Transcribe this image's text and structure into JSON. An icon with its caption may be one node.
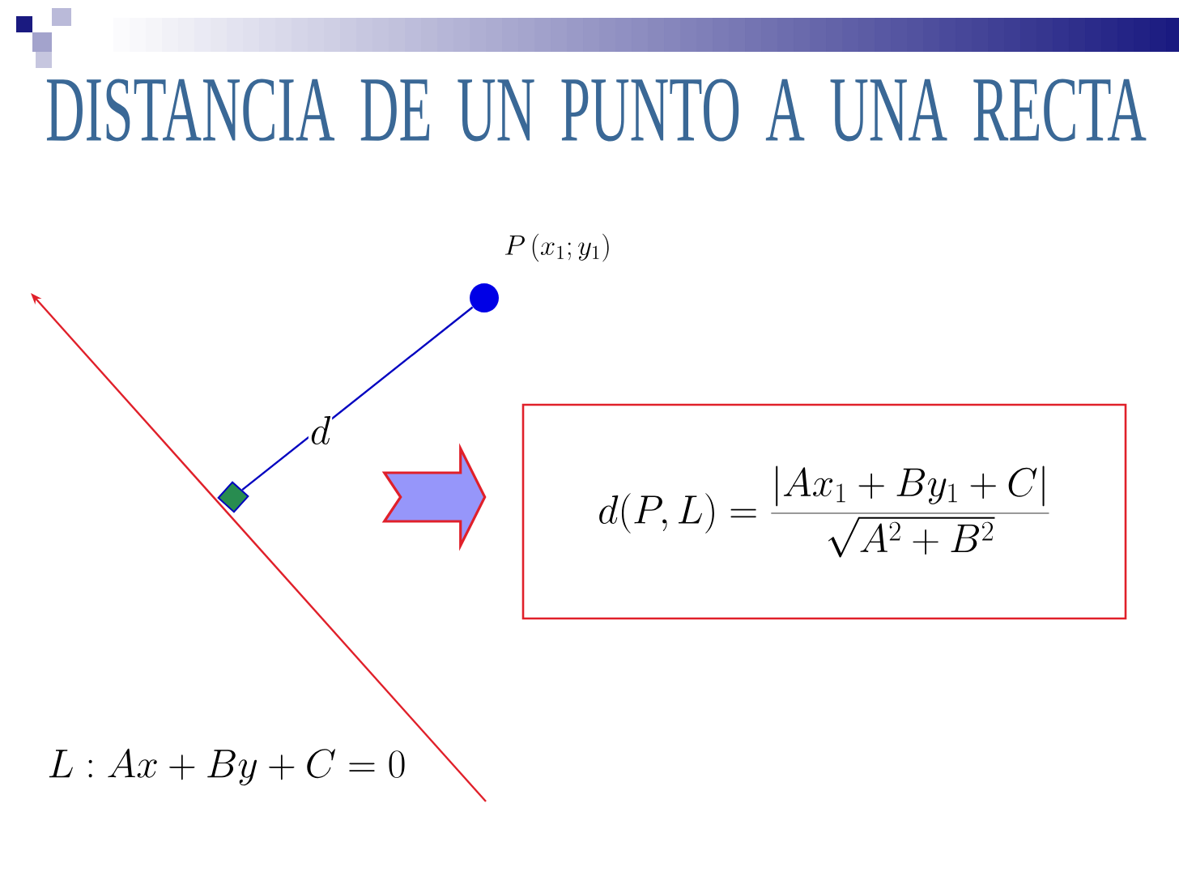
{
  "diagram": {
    "title": "DISTANCIA DE UN PUNTO A UNA RECTA",
    "nodes": [
      {
        "text": [],
        "shape": "circle",
        "beside": [
          "P\\left(x_1; y_1\\right)"
        ]
      },
      {
        "text": [],
        "shape": "diamond"
      },
      {
        "text": [
          "d(P,L)=\\frac{\\left|Ax_1+By_1+C\\right|}{\\sqrt{A^2+B^2}}"
        ]
      }
    ],
    "edges": [
      {
        "from": 0,
        "to": 1,
        "arrow": "none",
        "label": "d",
        "color": "#0000c0"
      },
      {
        "from": null,
        "to": 2,
        "arrow": "to",
        "style": "thick"
      }
    ],
    "labels": [
      "L: Ax+By+C=0"
    ]
  }
}
